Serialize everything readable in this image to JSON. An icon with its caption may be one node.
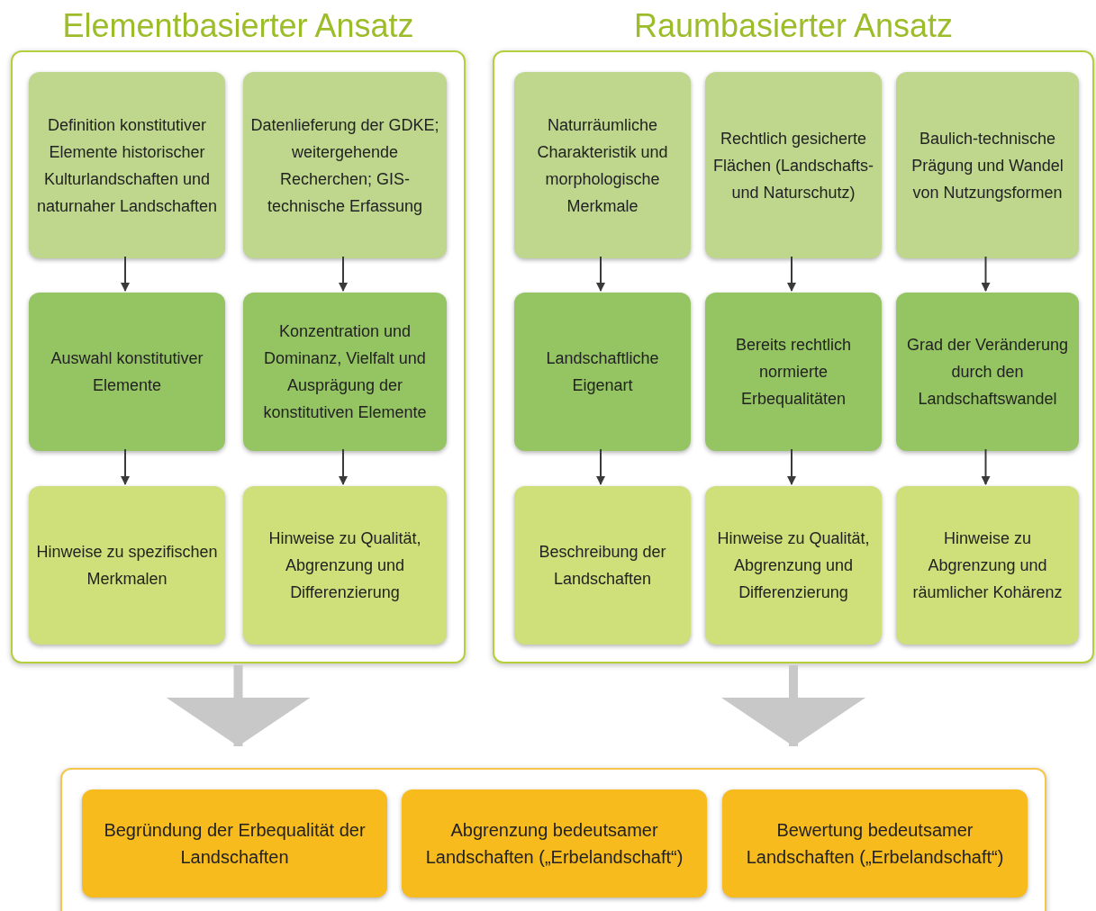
{
  "diagram": {
    "nodes": [
      {
        "text": [
          "Elementbasierter Ansatz"
        ]
      },
      {
        "text": [
          "Definition konstitutiver Elemente historischer Kulturlandschaften und naturnaher Landschaften"
        ],
        "in": 0
      },
      {
        "text": [
          "Datenlieferung der GDKE; weitergehende Recherchen; GIS-technische Erfassung"
        ],
        "in": 0
      },
      {
        "text": [
          "Auswahl konstitutiver Elemente"
        ],
        "in": 0
      },
      {
        "text": [
          "Konzentration und Dominanz, Vielfalt und Ausprägung der konstitutiven Elemente"
        ],
        "in": 0
      },
      {
        "text": [
          "Hinweise zu spezifischen Merkmalen"
        ],
        "in": 0
      },
      {
        "text": [
          "Hinweise zu Qualität, Abgrenzung und Differenzierung"
        ],
        "in": 0
      },
      {
        "text": [
          "Raumbasierter Ansatz"
        ]
      },
      {
        "text": [
          "Naturräumliche Charakteristik und morphologische Merkmale"
        ],
        "in": 7
      },
      {
        "text": [
          "Rechtlich gesicherte Flächen (Landschafts- und Naturschutz)"
        ],
        "in": 7
      },
      {
        "text": [
          "Baulich-technische Prägung und Wandel von Nutzungsformen"
        ],
        "in": 7
      },
      {
        "text": [
          "Landschaftliche Eigenart"
        ],
        "in": 7
      },
      {
        "text": [
          "Bereits rechtlich normierte Erbequalitäten"
        ],
        "in": 7
      },
      {
        "text": [
          "Grad der Veränderung durch den Landschaftswandel"
        ],
        "in": 7
      },
      {
        "text": [
          "Beschreibung der Landschaften"
        ],
        "in": 7
      },
      {
        "text": [
          "Hinweise zu Qualität, Abgrenzung und Differenzierung"
        ],
        "in": 7
      },
      {
        "text": [
          "Hinweise zu Abgrenzung und räumlicher Kohärenz"
        ],
        "in": 7
      },
      {
        "text": [],
        "shape": "box"
      },
      {
        "text": [
          "Begründung der Erbequalität der Landschaften"
        ],
        "in": 17
      },
      {
        "text": [
          "Abgrenzung bedeutsamer Landschaften („Erbelandschaft“)"
        ],
        "in": 17
      },
      {
        "text": [
          "Bewertung bedeutsamer Landschaften („Erbelandschaft“)"
        ],
        "in": 17
      }
    ],
    "edges": [
      {
        "from": 1,
        "to": 3,
        "arrow": "to"
      },
      {
        "from": 3,
        "to": 5,
        "arrow": "to"
      },
      {
        "from": 2,
        "to": 4,
        "arrow": "to"
      },
      {
        "from": 4,
        "to": 6,
        "arrow": "to"
      },
      {
        "from": 8,
        "to": 11,
        "arrow": "to"
      },
      {
        "from": 11,
        "to": 14,
        "arrow": "to"
      },
      {
        "from": 9,
        "to": 12,
        "arrow": "to"
      },
      {
        "from": 12,
        "to": 15,
        "arrow": "to"
      },
      {
        "from": 10,
        "to": 13,
        "arrow": "to"
      },
      {
        "from": 13,
        "to": 16,
        "arrow": "to"
      },
      {
        "from": 0,
        "to": 17,
        "arrow": "to",
        "style": "thick",
        "color": "#c8c8c8"
      },
      {
        "from": 7,
        "to": 17,
        "arrow": "to",
        "style": "thick",
        "color": "#c8c8c8"
      }
    ]
  }
}
